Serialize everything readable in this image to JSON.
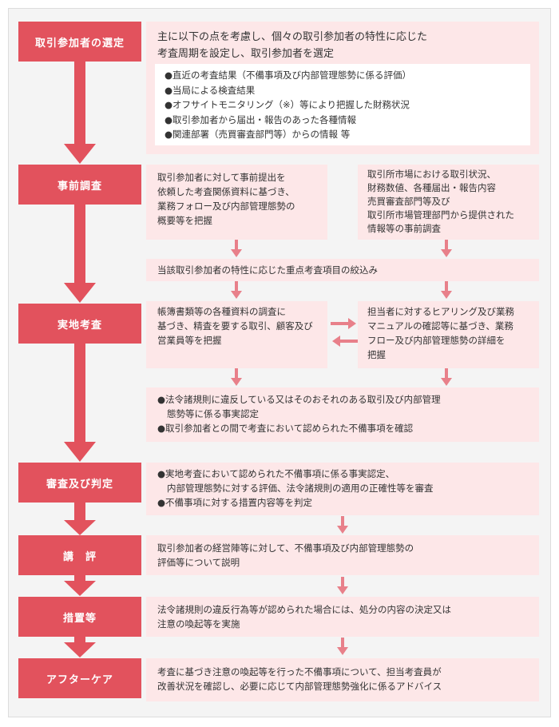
{
  "stages": [
    {
      "label": "取引参加者の選定"
    },
    {
      "label": "事前調査"
    },
    {
      "label": "実地考査"
    },
    {
      "label": "審査及び判定"
    },
    {
      "label": "講　評"
    },
    {
      "label": "措置等"
    },
    {
      "label": "アフターケア"
    }
  ],
  "selection": {
    "lines": [
      "主に以下の点を考慮し、個々の取引参加者の特性に応じた",
      "考査周期を設定し、取引参加者を選定"
    ],
    "items": [
      "●直近の考査結果（不備事項及び内部管理態勢に係る評価）",
      "●当局による検査結果",
      "●オフサイトモニタリング（※）等により把握した財務状況",
      "●取引参加者から届出・報告のあった各種情報",
      "●関連部署（売買審査部門等）からの情報 等"
    ]
  },
  "pre_survey": {
    "left": [
      "取引参加者に対して事前提出を",
      "依頼した考査関係資料に基づき、",
      "業務フォロー及び内部管理態勢の",
      "概要等を把握"
    ],
    "right": [
      "取引所市場における取引状況、",
      "財務数値、各種届出・報告内容",
      "売買審査部門等及び",
      "取引所市場管理部門から提供された",
      "情報等の事前調査"
    ],
    "focus": "当該取引参加者の特性に応じた重点考査項目の絞込み"
  },
  "onsite": {
    "left": [
      "帳簿書類等の各種資料の調査に",
      "基づき、精査を要する取引、顧客及び",
      "営業員等を把握"
    ],
    "right": [
      "担当者に対するヒアリング及び業務",
      "マニュアルの確認等に基づき、業務",
      "フロー及び内部管理態勢の詳細を",
      "把握"
    ],
    "result": [
      "●法令諸規則に違反している又はそのおそれのある取引及び内部管理",
      "態勢等に係る事実認定",
      "●取引参加者との間で考査において認められた不備事項を確認"
    ]
  },
  "review": {
    "lines": [
      "●実地考査において認められた不備事項に係る事実認定、",
      "内部管理態勢に対する評価、法令諸規則の適用の正確性等を審査",
      "●不備事項に対する措置内容等を判定"
    ]
  },
  "comment": {
    "lines": [
      "取引参加者の経営陣等に対して、不備事項及び内部管理態勢の",
      "評価等について説明"
    ]
  },
  "measures": {
    "lines": [
      "法令諸規則の違反行為等が認められた場合には、処分の内容の決定又は",
      "注意の喚起等を実施"
    ]
  },
  "aftercare": {
    "lines": [
      "考査に基づき注意の喚起等を行った不備事項について、担当考査員が",
      "改善状況を確認し、必要に応じて内部管理態勢強化に係るアドバイス"
    ]
  },
  "colors": {
    "accent": "#e2525d",
    "box": "#fde7e8",
    "panel": "#f4f4f4"
  }
}
